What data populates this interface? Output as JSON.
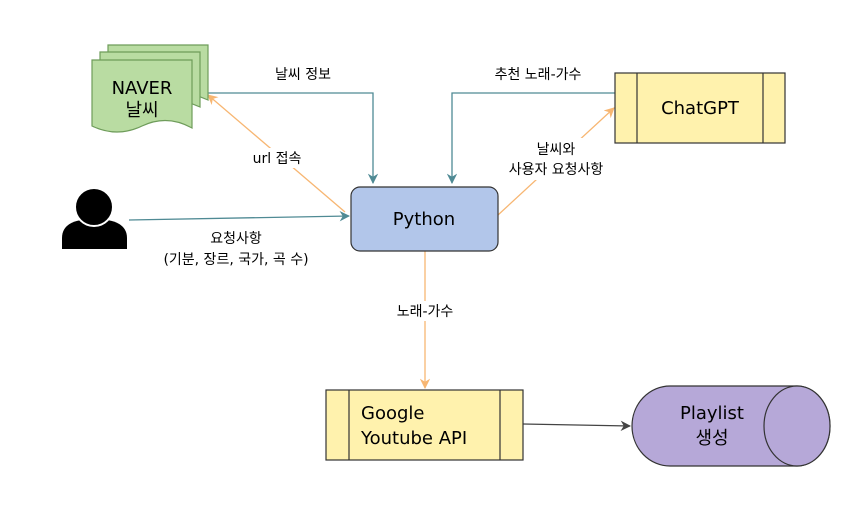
{
  "nodes": {
    "naver": {
      "line1": "NAVER",
      "line2": "날씨",
      "fill": "#b9dca2",
      "stroke": "#6e9c5a"
    },
    "chatgpt": {
      "label": "ChatGPT",
      "fill": "#fff2ad",
      "stroke": "#333333"
    },
    "python": {
      "label": "Python",
      "fill": "#b2c6ea",
      "stroke": "#333333"
    },
    "youtube": {
      "line1": "Google",
      "line2": "Youtube API",
      "fill": "#fff2ad",
      "stroke": "#333333"
    },
    "playlist": {
      "line1": "Playlist",
      "line2": "생성",
      "fill": "#b6a8d8",
      "stroke": "#333333"
    },
    "user": {
      "icon": "user-icon",
      "fill": "#000000"
    }
  },
  "edges": {
    "weather_info": {
      "label": "날씨 정보",
      "color": "#4f8a94"
    },
    "url_access": {
      "label": "url 접속",
      "color": "#f7b672"
    },
    "recommend": {
      "label": "추천 노래-가수",
      "color": "#4f8a94"
    },
    "weather_request": {
      "line1": "날씨와",
      "line2": "사용자 요청사항",
      "color": "#f7b672"
    },
    "user_request": {
      "line1": "요청사항",
      "line2": "(기분, 장르, 국가, 곡 수)",
      "color": "#4f8a94"
    },
    "song_artist": {
      "label": "노래-가수",
      "color": "#f7b672"
    },
    "to_playlist": {
      "color": "#555555"
    }
  }
}
